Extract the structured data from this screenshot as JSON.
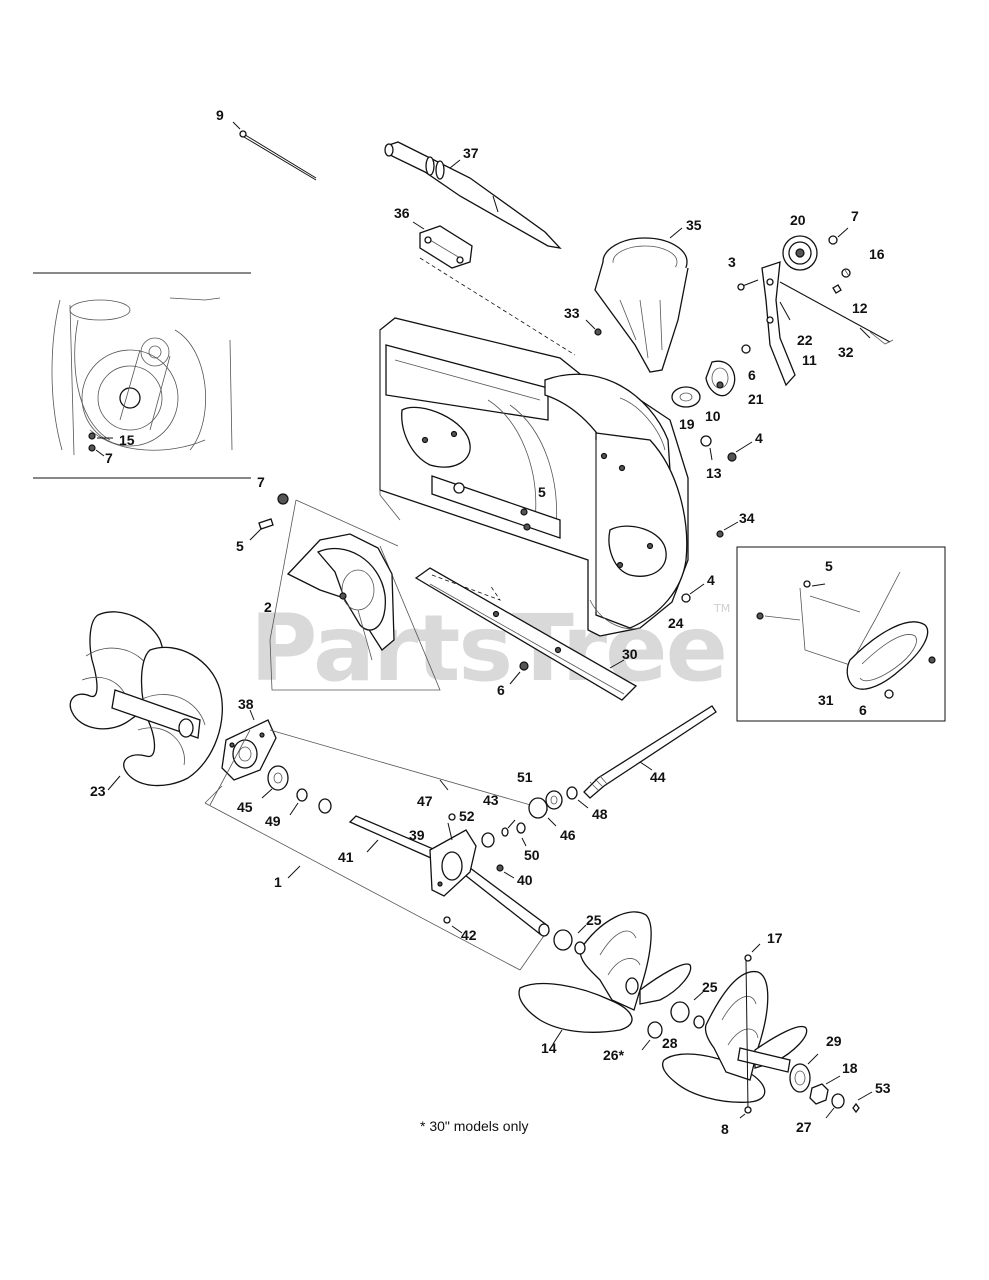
{
  "watermark": {
    "text": "PartsTree",
    "trademark": "TM"
  },
  "footnote": "* 30\" models only",
  "callouts": [
    {
      "id": "c9",
      "label": "9"
    },
    {
      "id": "c37",
      "label": "37"
    },
    {
      "id": "c36",
      "label": "36"
    },
    {
      "id": "c35",
      "label": "35"
    },
    {
      "id": "c20",
      "label": "20"
    },
    {
      "id": "c7a",
      "label": "7"
    },
    {
      "id": "c16",
      "label": "16"
    },
    {
      "id": "c3",
      "label": "3"
    },
    {
      "id": "c12",
      "label": "12"
    },
    {
      "id": "c33",
      "label": "33"
    },
    {
      "id": "c22",
      "label": "22"
    },
    {
      "id": "c32",
      "label": "32"
    },
    {
      "id": "c11",
      "label": "11"
    },
    {
      "id": "c6a",
      "label": "6"
    },
    {
      "id": "c21",
      "label": "21"
    },
    {
      "id": "c19",
      "label": "19"
    },
    {
      "id": "c10",
      "label": "10"
    },
    {
      "id": "c4a",
      "label": "4"
    },
    {
      "id": "c13",
      "label": "13"
    },
    {
      "id": "c15",
      "label": "15"
    },
    {
      "id": "c7b",
      "label": "7"
    },
    {
      "id": "c7c",
      "label": "7"
    },
    {
      "id": "c5a",
      "label": "5"
    },
    {
      "id": "c5b",
      "label": "5"
    },
    {
      "id": "c34",
      "label": "34"
    },
    {
      "id": "c5c",
      "label": "5"
    },
    {
      "id": "c2",
      "label": "2"
    },
    {
      "id": "c4b",
      "label": "4"
    },
    {
      "id": "c24",
      "label": "24"
    },
    {
      "id": "c30",
      "label": "30"
    },
    {
      "id": "c31",
      "label": "31"
    },
    {
      "id": "c6b",
      "label": "6"
    },
    {
      "id": "c6c",
      "label": "6"
    },
    {
      "id": "c38",
      "label": "38"
    },
    {
      "id": "c23",
      "label": "23"
    },
    {
      "id": "c44",
      "label": "44"
    },
    {
      "id": "c51",
      "label": "51"
    },
    {
      "id": "c48",
      "label": "48"
    },
    {
      "id": "c47",
      "label": "47"
    },
    {
      "id": "c43",
      "label": "43"
    },
    {
      "id": "c45",
      "label": "45"
    },
    {
      "id": "c49",
      "label": "49"
    },
    {
      "id": "c52",
      "label": "52"
    },
    {
      "id": "c46",
      "label": "46"
    },
    {
      "id": "c39",
      "label": "39"
    },
    {
      "id": "c50",
      "label": "50"
    },
    {
      "id": "c41",
      "label": "41"
    },
    {
      "id": "c40",
      "label": "40"
    },
    {
      "id": "c1",
      "label": "1"
    },
    {
      "id": "c25a",
      "label": "25"
    },
    {
      "id": "c42",
      "label": "42"
    },
    {
      "id": "c17",
      "label": "17"
    },
    {
      "id": "c25b",
      "label": "25"
    },
    {
      "id": "c14",
      "label": "14"
    },
    {
      "id": "c29",
      "label": "29"
    },
    {
      "id": "c28",
      "label": "28"
    },
    {
      "id": "c26",
      "label": "26*"
    },
    {
      "id": "c18",
      "label": "18"
    },
    {
      "id": "c53",
      "label": "53"
    },
    {
      "id": "c27",
      "label": "27"
    },
    {
      "id": "c8",
      "label": "8"
    }
  ]
}
